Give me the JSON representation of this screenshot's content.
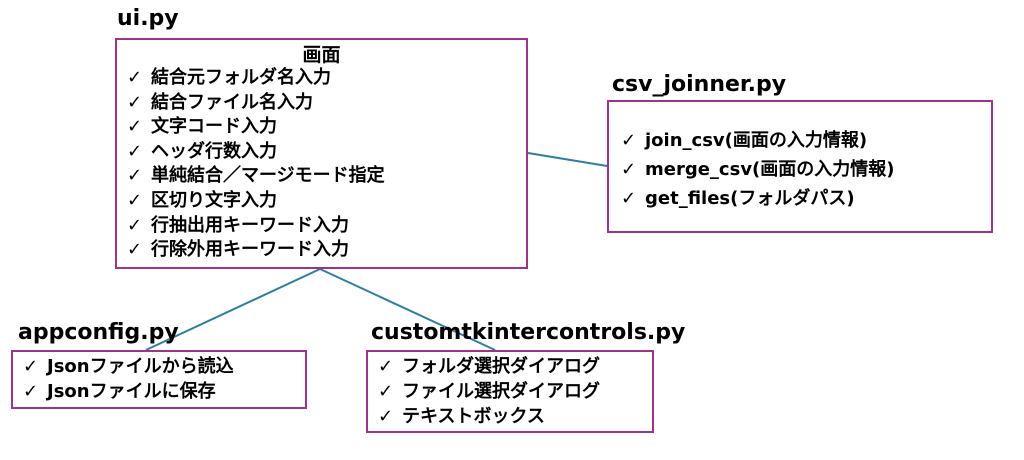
{
  "colors": {
    "box_border": "#a0328c",
    "connector": "#2e7da3",
    "text": "#000000"
  },
  "check_mark": "✓",
  "modules": {
    "ui": {
      "title": "ui.py",
      "header": "画面",
      "items": [
        "結合元フォルダ名入力",
        "結合ファイル名入力",
        "文字コード入力",
        "ヘッダ行数入力",
        "単純結合／マージモード指定",
        "区切り文字入力",
        "行抽出用キーワード入力",
        "行除外用キーワード入力"
      ]
    },
    "csv_joinner": {
      "title": "csv_joinner.py",
      "items": [
        "join_csv(画面の入力情報)",
        "merge_csv(画面の入力情報)",
        "get_files(フォルダパス)"
      ]
    },
    "appconfig": {
      "title": "appconfig.py",
      "items": [
        "Jsonファイルから読込",
        "Jsonファイルに保存"
      ]
    },
    "customtkintercontrols": {
      "title": "customtkintercontrols.py",
      "items": [
        "フォルダ選択ダイアログ",
        "ファイル選択ダイアログ",
        "テキストボックス"
      ]
    }
  }
}
